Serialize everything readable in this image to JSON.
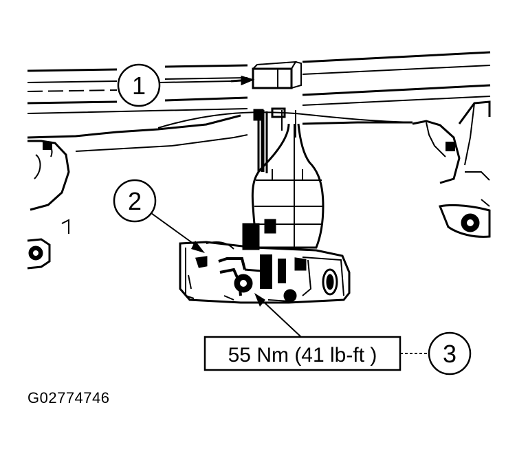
{
  "callouts": [
    {
      "label": "1"
    },
    {
      "label": "2"
    },
    {
      "label": "3"
    }
  ],
  "torque_label": "55 Nm (41 lb-ft )",
  "figure_id": "G02774746",
  "colors": {
    "line": "#000000",
    "background": "#ffffff"
  }
}
